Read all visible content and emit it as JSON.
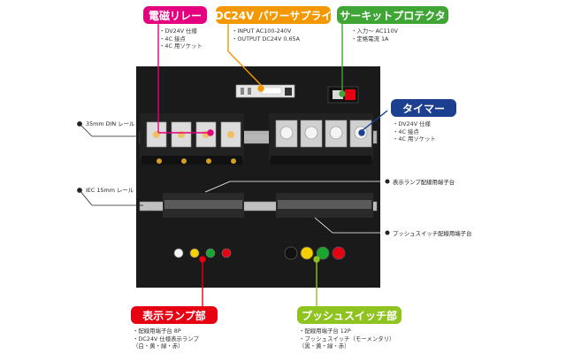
{
  "colors": {
    "relay": "#e5007f",
    "power": "#f39800",
    "protector": "#3fa535",
    "timer": "#1d3f8f",
    "lamp": "#e60012",
    "pushswitch": "#8fc31f",
    "board": "#1a1a1a"
  },
  "callouts": {
    "relay": {
      "title": "電磁リレー",
      "items": [
        "・DV24V 仕様",
        "・4C 接点",
        "・4C 用ソケット"
      ]
    },
    "power": {
      "title": "DC24V パワーサプライ",
      "items": [
        "・INPUT AC100-240V",
        "・OUTPUT DC24V 0.65A"
      ]
    },
    "protector": {
      "title": "サーキットプロテクタ",
      "items": [
        "・入力～ AC110V",
        "・定格電流 1A"
      ]
    },
    "timer": {
      "title": "タイマー",
      "items": [
        "・DV24V 仕様",
        "・4C 接点",
        "・4C 用ソケット"
      ]
    },
    "lamp": {
      "title": "表示ランプ部",
      "items": [
        "・配線用端子台 8P",
        "・DC24V 仕様表示ランプ",
        "（白・黄・緑・赤）"
      ]
    },
    "pushswitch": {
      "title": "プッシュスイッチ部",
      "items": [
        "・配線用端子台 12P",
        "・プッシュスイッチ（モーメンタリ）",
        "（黒・黄・緑・赤）"
      ]
    }
  },
  "side_labels": {
    "din_rail": "35mm DIN レール",
    "iec_rail": "IEC 15mm レール",
    "lamp_terminal": "表示ランプ配線用端子台",
    "switch_terminal": "プッシュスイッチ配線用端子台"
  }
}
